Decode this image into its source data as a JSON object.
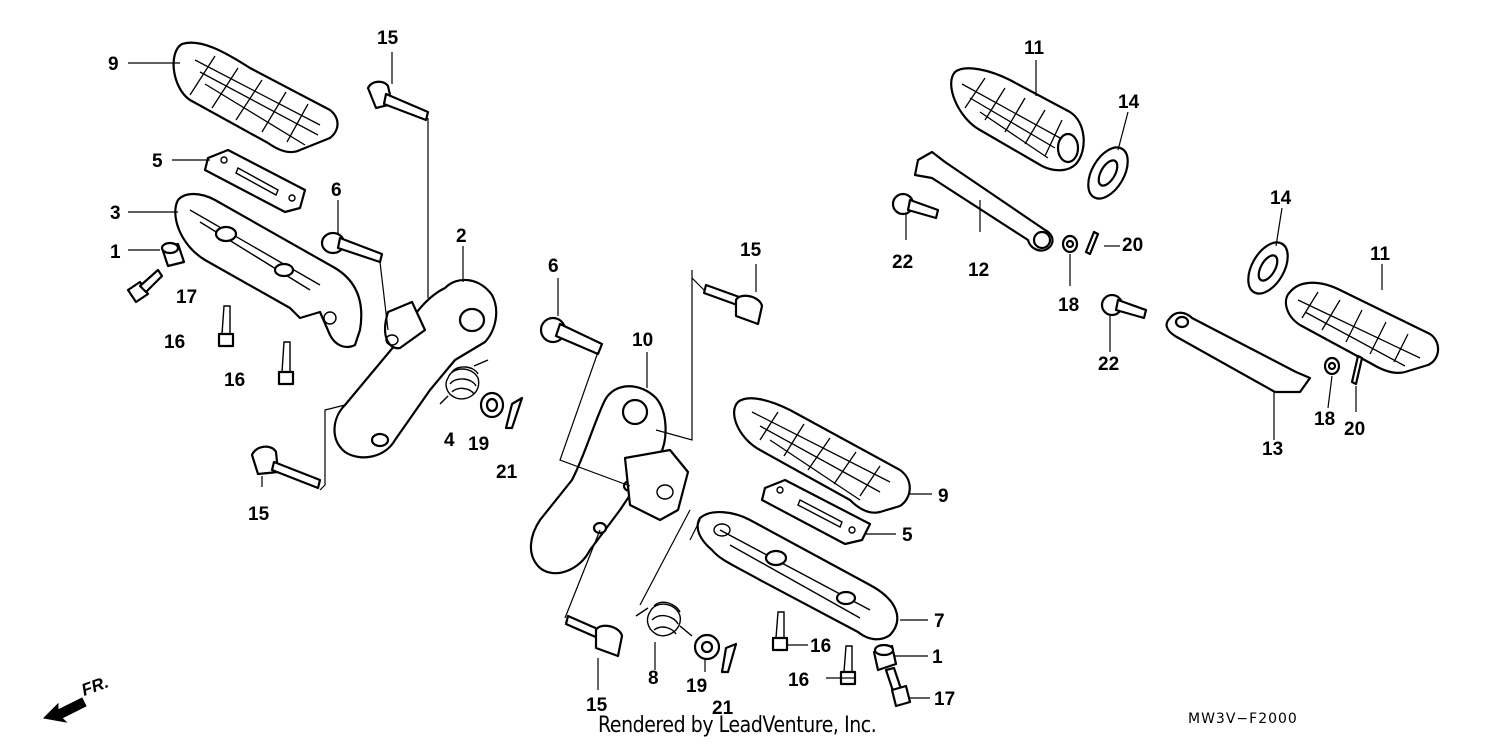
{
  "diagram": {
    "callouts": [
      {
        "id": "c9a",
        "label": "9"
      },
      {
        "id": "c15a",
        "label": "15"
      },
      {
        "id": "c5a",
        "label": "5"
      },
      {
        "id": "c6a",
        "label": "6"
      },
      {
        "id": "c3",
        "label": "3"
      },
      {
        "id": "c2",
        "label": "2"
      },
      {
        "id": "c1a",
        "label": "1"
      },
      {
        "id": "c17a",
        "label": "17"
      },
      {
        "id": "c16a",
        "label": "16"
      },
      {
        "id": "c16b",
        "label": "16"
      },
      {
        "id": "c4",
        "label": "4"
      },
      {
        "id": "c19a",
        "label": "19"
      },
      {
        "id": "c21a",
        "label": "21"
      },
      {
        "id": "c15b",
        "label": "15"
      },
      {
        "id": "c6b",
        "label": "6"
      },
      {
        "id": "c15c",
        "label": "15"
      },
      {
        "id": "c10",
        "label": "10"
      },
      {
        "id": "c9b",
        "label": "9"
      },
      {
        "id": "c5b",
        "label": "5"
      },
      {
        "id": "c7",
        "label": "7"
      },
      {
        "id": "c16c",
        "label": "16"
      },
      {
        "id": "c1b",
        "label": "1"
      },
      {
        "id": "c16d",
        "label": "16"
      },
      {
        "id": "c17b",
        "label": "17"
      },
      {
        "id": "c15d",
        "label": "15"
      },
      {
        "id": "c8",
        "label": "8"
      },
      {
        "id": "c19b",
        "label": "19"
      },
      {
        "id": "c21b",
        "label": "21"
      },
      {
        "id": "c11a",
        "label": "11"
      },
      {
        "id": "c14a",
        "label": "14"
      },
      {
        "id": "c22a",
        "label": "22"
      },
      {
        "id": "c12",
        "label": "12"
      },
      {
        "id": "c18a",
        "label": "18"
      },
      {
        "id": "c20a",
        "label": "20"
      },
      {
        "id": "c14b",
        "label": "14"
      },
      {
        "id": "c11b",
        "label": "11"
      },
      {
        "id": "c22b",
        "label": "22"
      },
      {
        "id": "c13",
        "label": "13"
      },
      {
        "id": "c18b",
        "label": "18"
      },
      {
        "id": "c20b",
        "label": "20"
      }
    ],
    "front_indicator": "FR.",
    "diagram_code": "MW3V−F2000",
    "credit": "Rendered by LeadVenture, Inc."
  }
}
